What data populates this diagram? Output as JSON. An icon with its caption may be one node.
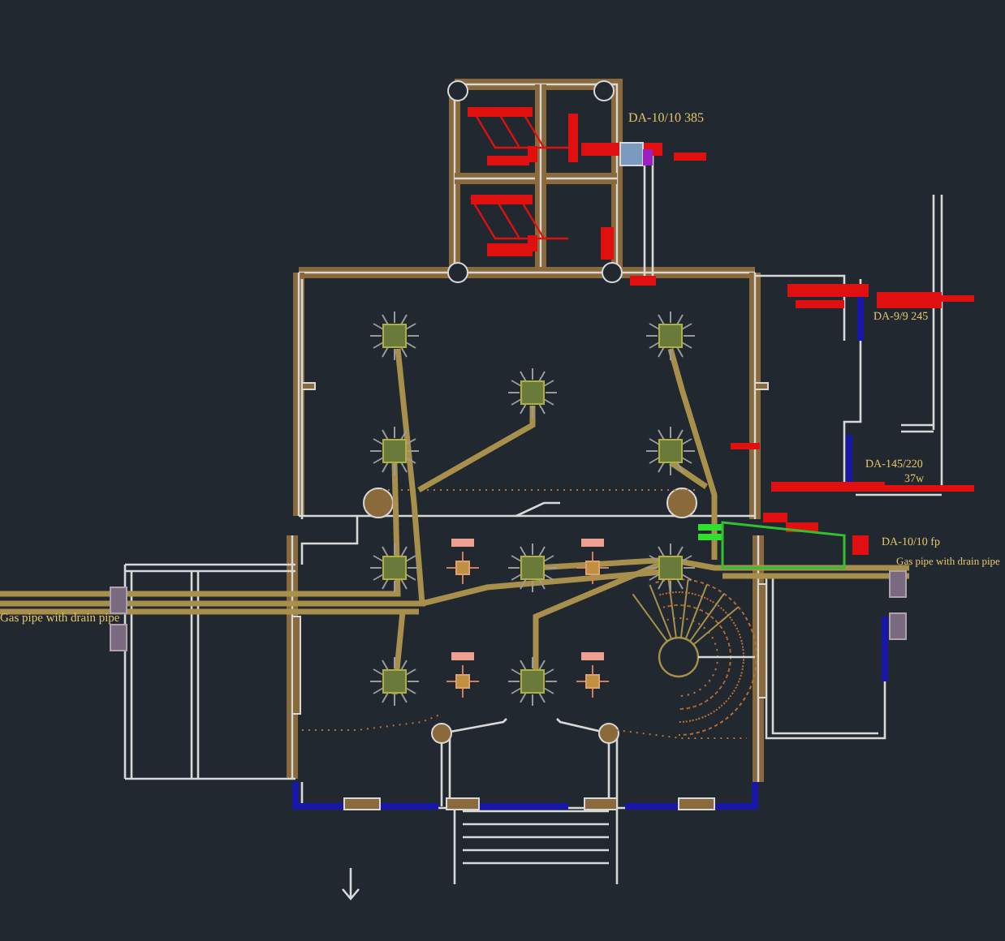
{
  "diagram": {
    "labels": [
      "DA-10/10 385",
      "DA-9/9 245",
      "DA-145/220",
      "37w",
      "DA-10/10 fp",
      "Gas pipe with drain pipe",
      "Gas pipe with drain pipe"
    ]
  }
}
